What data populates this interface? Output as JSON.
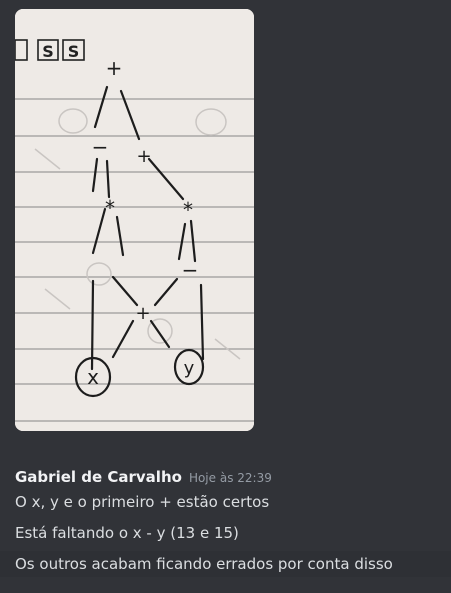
{
  "attachment": {
    "header_letters": [
      "S",
      "S"
    ],
    "node_labels": {
      "top": "+",
      "left_mid": "−",
      "right_mid": "+",
      "left_mul": "*",
      "right_mul": "*",
      "right_minus": "−",
      "bottom_plus": "+",
      "leaf_x": "x",
      "leaf_y": "y"
    }
  },
  "message": {
    "author": "Gabriel de Carvalho",
    "timestamp": "Hoje às 22:39",
    "lines": [
      "O x, y e o primeiro + estão certos",
      "Está faltando o x - y (13 e 15)",
      "Os outros acabam ficando errados por conta disso"
    ]
  },
  "colors": {
    "background": "#313338",
    "author": "#f2f3f5",
    "text": "#dbdee1",
    "timestamp": "#949ba4",
    "paper": "#eeeae6",
    "ink": "#1d1d1d"
  }
}
